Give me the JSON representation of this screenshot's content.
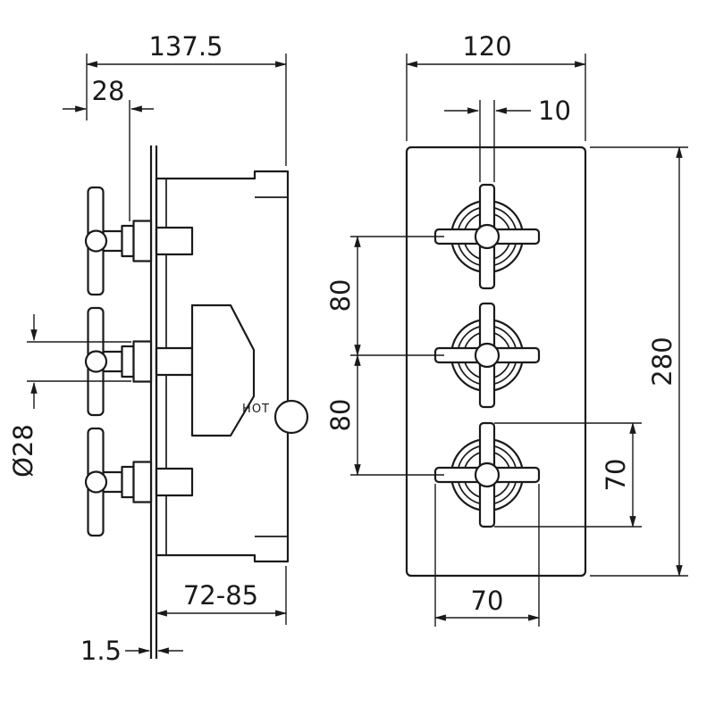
{
  "drawing": {
    "background": "#ffffff",
    "line_color": "#1a1a1a",
    "side_view": {
      "dim_overall_width": "137.5",
      "dim_handle_protrusion": "28",
      "dim_handle_diameter": "Ø28",
      "dim_depth_range": "72-85",
      "dim_plate_thickness": "1.5",
      "label_hot": "HOT"
    },
    "front_view": {
      "dim_plate_width": "120",
      "dim_stem_width": "10",
      "dim_spacing_upper": "80",
      "dim_spacing_lower": "80",
      "dim_plate_height": "280",
      "dim_handle_span_vertical": "70",
      "dim_handle_span_horizontal": "70"
    }
  }
}
